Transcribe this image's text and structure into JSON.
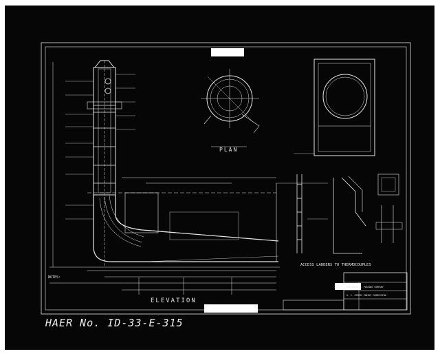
{
  "caption": "HAER No. ID-33-E-315",
  "views": {
    "elevation": "ELEVATION",
    "plan": "PLAN",
    "access": "ACCESS LADDERS TO THERMOCOUPLES"
  },
  "notes_heading": "NOTES:",
  "title_block": {
    "agency": "U. S. ATOMIC ENERGY COMMISSION",
    "contractor": "THE RALPH M. PARSONS COMPANY"
  },
  "colors": {
    "background": "#060606",
    "linework": "#e8e8e8",
    "frame": "#ffffff"
  }
}
